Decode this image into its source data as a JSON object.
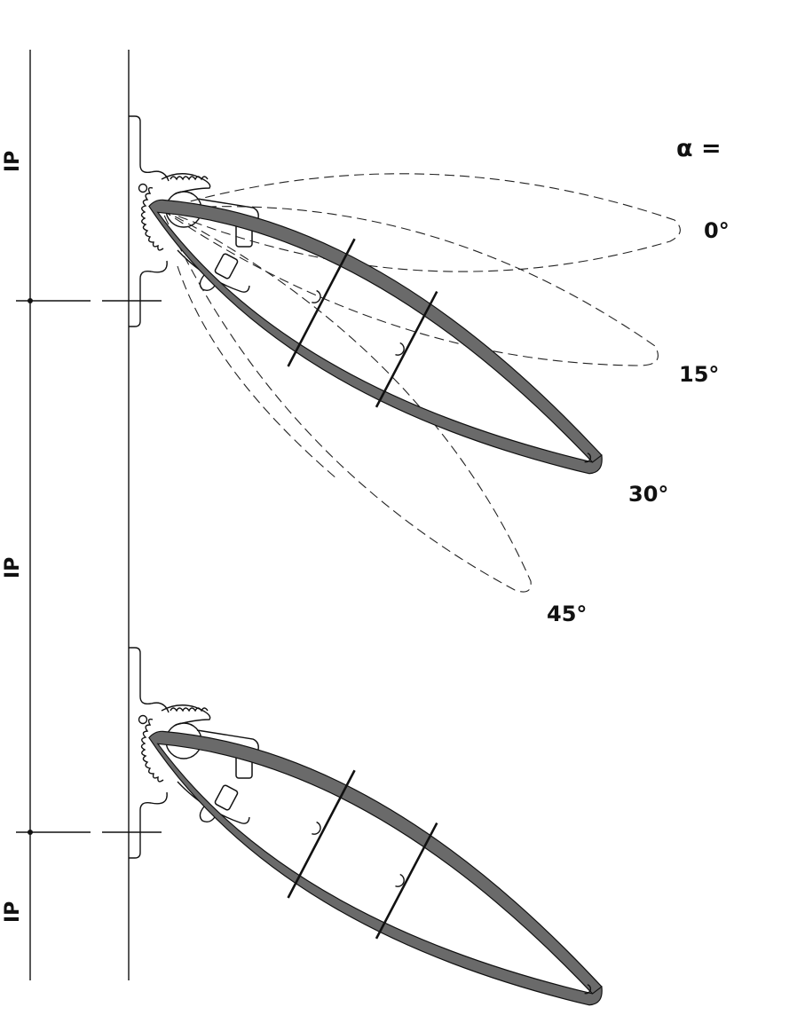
{
  "title_formula": "α =",
  "angle_labels": [
    "0°",
    "15°",
    "30°",
    "45°"
  ],
  "spacing_labels": [
    "IP",
    "IP",
    "IP"
  ]
}
